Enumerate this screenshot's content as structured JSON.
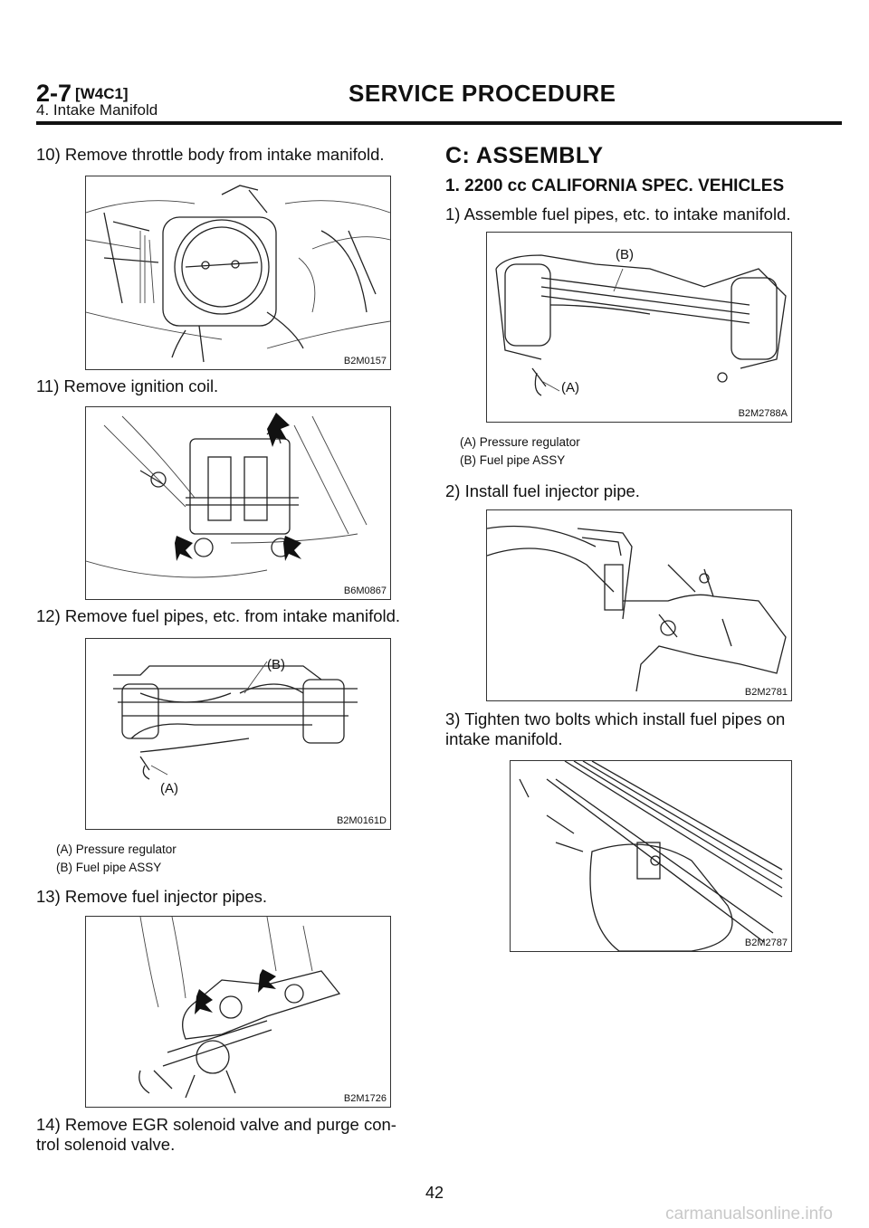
{
  "header": {
    "code": "2-7",
    "code_ref": "[W4C1]",
    "title": "SERVICE PROCEDURE",
    "subtitle": "4. Intake Manifold"
  },
  "left": {
    "step10": "10) Remove throttle body from intake manifold.",
    "fig1_id": "B2M0157",
    "step11": "11) Remove ignition coil.",
    "fig2_id": "B6M0867",
    "step12": "12) Remove fuel pipes, etc. from intake manifold.",
    "fig3_id": "B2M0161D",
    "fig3_label_a": "(A)",
    "fig3_label_b": "(B)",
    "legend_a": "(A)   Pressure regulator",
    "legend_b": "(B)   Fuel pipe ASSY",
    "step13": "13) Remove fuel injector pipes.",
    "fig4_id": "B2M1726",
    "step14_line1": "14) Remove EGR solenoid valve and purge con-",
    "step14_line2": "trol solenoid valve."
  },
  "right": {
    "section": "C: ASSEMBLY",
    "subsection": "1. 2200 cc CALIFORNIA SPEC. VEHICLES",
    "step1": "1) Assemble fuel pipes, etc. to intake manifold.",
    "fig5_id": "B2M2788A",
    "fig5_label_a": "(A)",
    "fig5_label_b": "(B)",
    "legend_a": "(A)   Pressure regulator",
    "legend_b": "(B)   Fuel pipe ASSY",
    "step2": "2) Install fuel injector pipe.",
    "fig6_id": "B2M2781",
    "step3_line1": "3) Tighten two bolts which install fuel pipes on",
    "step3_line2": "intake manifold.",
    "fig7_id": "B2M2787"
  },
  "page_number": "42",
  "watermark": "carmanualsonline.info"
}
